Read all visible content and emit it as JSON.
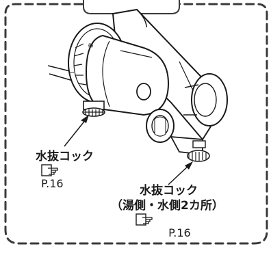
{
  "callouts": {
    "left": {
      "label": "水抜コック",
      "page_ref": "P.16",
      "ref_icon": "pointing-hand-page-icon"
    },
    "right": {
      "label": "水抜コック",
      "sub_label": "（湯側・水側2カ所）",
      "page_ref": "P.16",
      "ref_icon": "pointing-hand-page-icon"
    }
  },
  "colors": {
    "ink": "#1a1a1a",
    "border": "#3a3a3a",
    "background": "#ffffff"
  }
}
